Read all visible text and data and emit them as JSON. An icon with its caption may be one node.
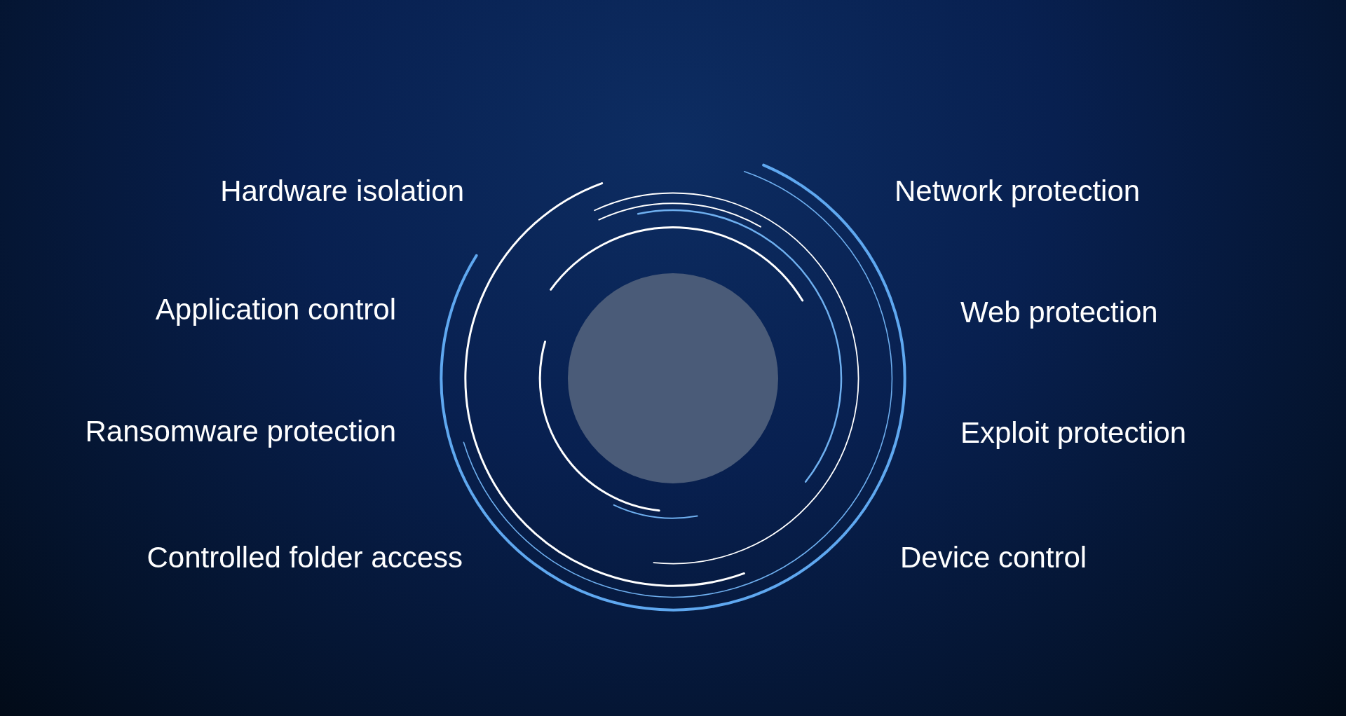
{
  "diagram": {
    "labels": [
      "Hardware isolation",
      "Network protection",
      "Application control",
      "Web protection",
      "Ransomware protection",
      "Exploit protection",
      "Controlled folder access",
      "Device control"
    ]
  }
}
